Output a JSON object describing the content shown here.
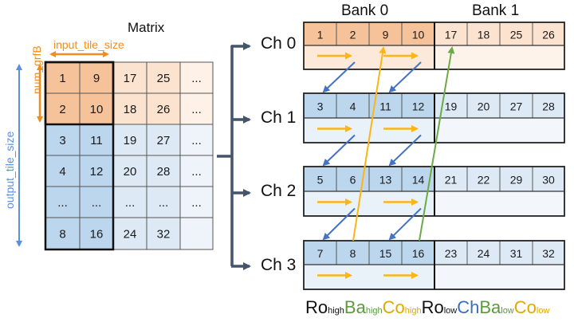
{
  "matrix": {
    "title": "Matrix",
    "input_tile_label": "input_tile_size",
    "num_grfb_label": "num_grfB",
    "output_tile_label": "output_tile_size",
    "rows": [
      [
        "1",
        "9",
        "17",
        "25",
        "..."
      ],
      [
        "2",
        "10",
        "18",
        "26",
        "..."
      ],
      [
        "3",
        "11",
        "19",
        "27",
        "..."
      ],
      [
        "4",
        "12",
        "20",
        "28",
        "..."
      ],
      [
        "...",
        "...",
        "...",
        "...",
        "..."
      ],
      [
        "8",
        "16",
        "24",
        "32",
        ""
      ]
    ]
  },
  "banks": {
    "bank0_label": "Bank 0",
    "bank1_label": "Bank 1"
  },
  "channels": [
    {
      "label": "Ch 0",
      "cells": [
        "1",
        "2",
        "9",
        "10",
        "17",
        "18",
        "25",
        "26"
      ],
      "theme": "orange"
    },
    {
      "label": "Ch 1",
      "cells": [
        "3",
        "4",
        "11",
        "12",
        "19",
        "20",
        "27",
        "28"
      ],
      "theme": "blue"
    },
    {
      "label": "Ch 2",
      "cells": [
        "5",
        "6",
        "13",
        "14",
        "21",
        "22",
        "29",
        "30"
      ],
      "theme": "blue"
    },
    {
      "label": "Ch 3",
      "cells": [
        "7",
        "8",
        "15",
        "16",
        "23",
        "24",
        "31",
        "32"
      ],
      "theme": "blue"
    }
  ],
  "address_mapping": {
    "parts": [
      {
        "main": "Ro",
        "sub": "high",
        "color": "#111111"
      },
      {
        "main": "Ba",
        "sub": "high",
        "color": "#5b9b3c"
      },
      {
        "main": "Co",
        "sub": "high",
        "color": "#e0a800"
      },
      {
        "main": "Ro",
        "sub": "low",
        "color": "#111111"
      },
      {
        "main": "Ch",
        "sub": "",
        "color": "#3a6cc8"
      },
      {
        "main": "Ba",
        "sub": "low",
        "color": "#5b9b3c"
      },
      {
        "main": "Co",
        "sub": "low",
        "color": "#e0a800"
      }
    ]
  },
  "colors": {
    "orange_dark": "#f6c29a",
    "orange_light": "#fbe3cf",
    "orange_pale": "#fdf1e8",
    "blue_dark": "#bcd6ee",
    "blue_light": "#ddeaf6",
    "blue_pale": "#eef4fa",
    "arrow_orange": "#f28c1c",
    "arrow_blue": "#5b8de0",
    "arrow_yellow": "#fbb514",
    "arrow_green": "#6aab46",
    "dispatch": "#44546a"
  }
}
